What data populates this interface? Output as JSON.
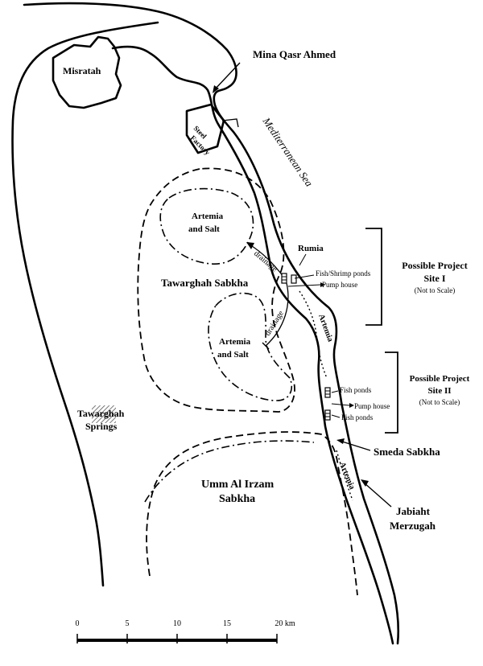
{
  "labels": {
    "misratah": "Misratah",
    "mina": "Mina Qasr Ahmed",
    "steel1": "Steel",
    "steel2": "Factory",
    "sea": "Mediterranean Sea",
    "artemia_salt_1a": "Artemia",
    "artemia_salt_1b": "and Salt",
    "rumia": "Rumia",
    "drainage_1": "drainage",
    "drainage_2": "drainage",
    "fish_shrimp": "Fish/Shrimp ponds",
    "pump_house_1": "Pump house",
    "tawarghah_sabkha": "Tawarghah Sabkha",
    "artemia_salt_2a": "Artemia",
    "artemia_salt_2b": "and Salt",
    "artemia_strip_1": "Artemia",
    "site1_a": "Possible Project",
    "site1_b": "Site I",
    "site1_c": "(Not to Scale)",
    "site2_a": "Possible Project",
    "site2_b": "Site II",
    "site2_c": "(Not to Scale)",
    "fish_ponds_1": "Fish ponds",
    "pump_house_2": "Pump house",
    "fish_ponds_2": "Fish ponds",
    "springs_a": "Tawarghah",
    "springs_b": "Springs",
    "smeda": "Smeda Sabkha",
    "umm_a": "Umm Al Irzam",
    "umm_b": "Sabkha",
    "artemia_strip_2": "Artemia",
    "jabiaht_a": "Jabiaht",
    "jabiaht_b": "Merzugah"
  },
  "scale_bar": {
    "ticks": [
      "0",
      "5",
      "10",
      "15",
      "20 km"
    ]
  }
}
